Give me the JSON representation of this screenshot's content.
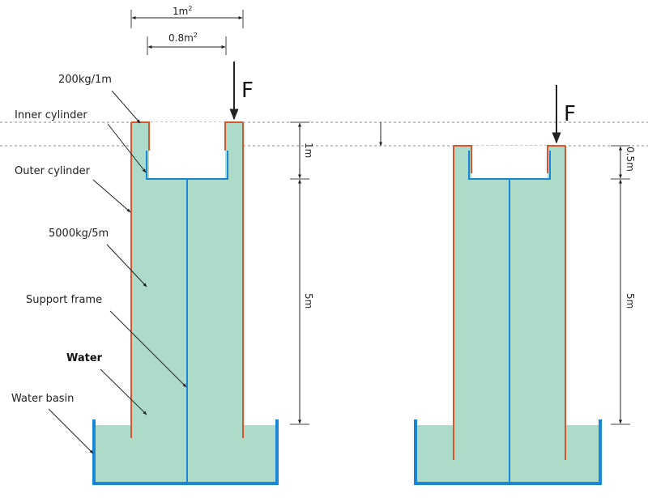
{
  "labels": {
    "weight_inner": "200kg/1m",
    "inner_cylinder": "Inner cylinder",
    "outer_cylinder": "Outer cylinder",
    "weight_outer": "5000kg/5m",
    "support_frame": "Support frame",
    "water": "Water",
    "water_basin": "Water basin"
  },
  "dimensions": {
    "outer_area": "1m",
    "inner_area": "0.8m",
    "area_sup": "2",
    "inner_height_left": "1m",
    "outer_height_left": "5m",
    "inner_height_right": "0.5m",
    "outer_height_right": "5m"
  },
  "force_left": "F",
  "force_right": "F",
  "colors": {
    "water": "#acdcc9",
    "outer_cylinder": "#d9552b",
    "inner_cylinder": "#1a86d8",
    "basin": "#1a86d8",
    "dashed": "#888888"
  }
}
